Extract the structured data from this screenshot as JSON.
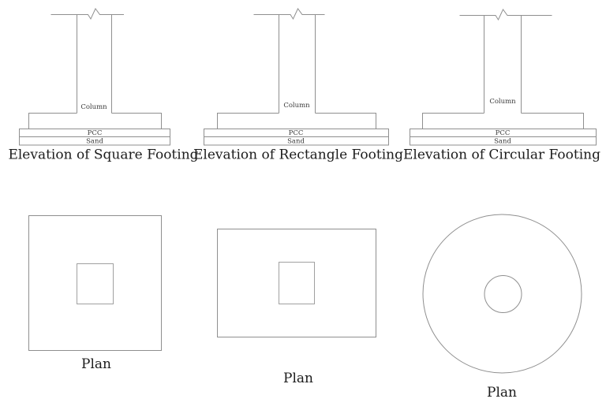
{
  "palette": {
    "background": "#ffffff",
    "line_color": "#8f8f8f",
    "inner_line_color": "#a0a0a0",
    "caption_color": "#1c1c1c",
    "label_color": "#3a3a3a"
  },
  "elevations": [
    {
      "caption": "Elevation of Square Footing",
      "labels": {
        "column": "Column",
        "pcc": "PCC",
        "sand": "Sand"
      }
    },
    {
      "caption": "Elevation of Rectangle Footing",
      "labels": {
        "column": "Column",
        "pcc": "PCC",
        "sand": "Sand"
      }
    },
    {
      "caption": "Elevation of Circular Footing",
      "labels": {
        "column": "Column",
        "pcc": "PCC",
        "sand": "Sand"
      }
    }
  ],
  "plans": [
    {
      "caption": "Plan",
      "shape": "square"
    },
    {
      "caption": "Plan",
      "shape": "rectangle"
    },
    {
      "caption": "Plan",
      "shape": "circle"
    }
  ]
}
